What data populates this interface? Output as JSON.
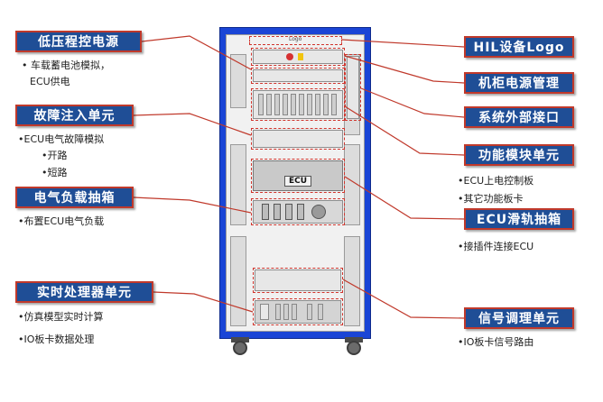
{
  "left_units": [
    {
      "title": "低压程控电源",
      "notes": [
        "• 车载蓄电池模拟，",
        "ECU供电"
      ]
    },
    {
      "title": "故障注入单元",
      "notes": [
        "•ECU电气故障模拟",
        "•开路",
        "•短路"
      ]
    },
    {
      "title": "电气负载抽箱",
      "notes": [
        "•布置ECU电气负载"
      ]
    },
    {
      "title": "实时处理器单元",
      "notes": [
        "•仿真模型实时计算",
        "•IO板卡数据处理"
      ]
    }
  ],
  "right_units": [
    {
      "title": "HIL设备Logo",
      "notes": []
    },
    {
      "title": "机柜电源管理",
      "notes": []
    },
    {
      "title": "系统外部接口",
      "notes": []
    },
    {
      "title": "功能模块单元",
      "notes": [
        "•ECU上电控制板",
        "•其它功能板卡"
      ]
    },
    {
      "title": "ECU滑轨抽箱",
      "notes": [
        "•接插件连接ECU"
      ]
    },
    {
      "title": "信号调理单元",
      "notes": [
        "•IO板卡信号路由"
      ]
    }
  ],
  "cabinet": {
    "logo_text": "Logo",
    "ecu_text": "ECU"
  },
  "colors": {
    "label_bg": "#1f4e96",
    "label_border": "#c0392b",
    "leader": "#c0392b",
    "cabinet_frame": "#1a45d6"
  }
}
